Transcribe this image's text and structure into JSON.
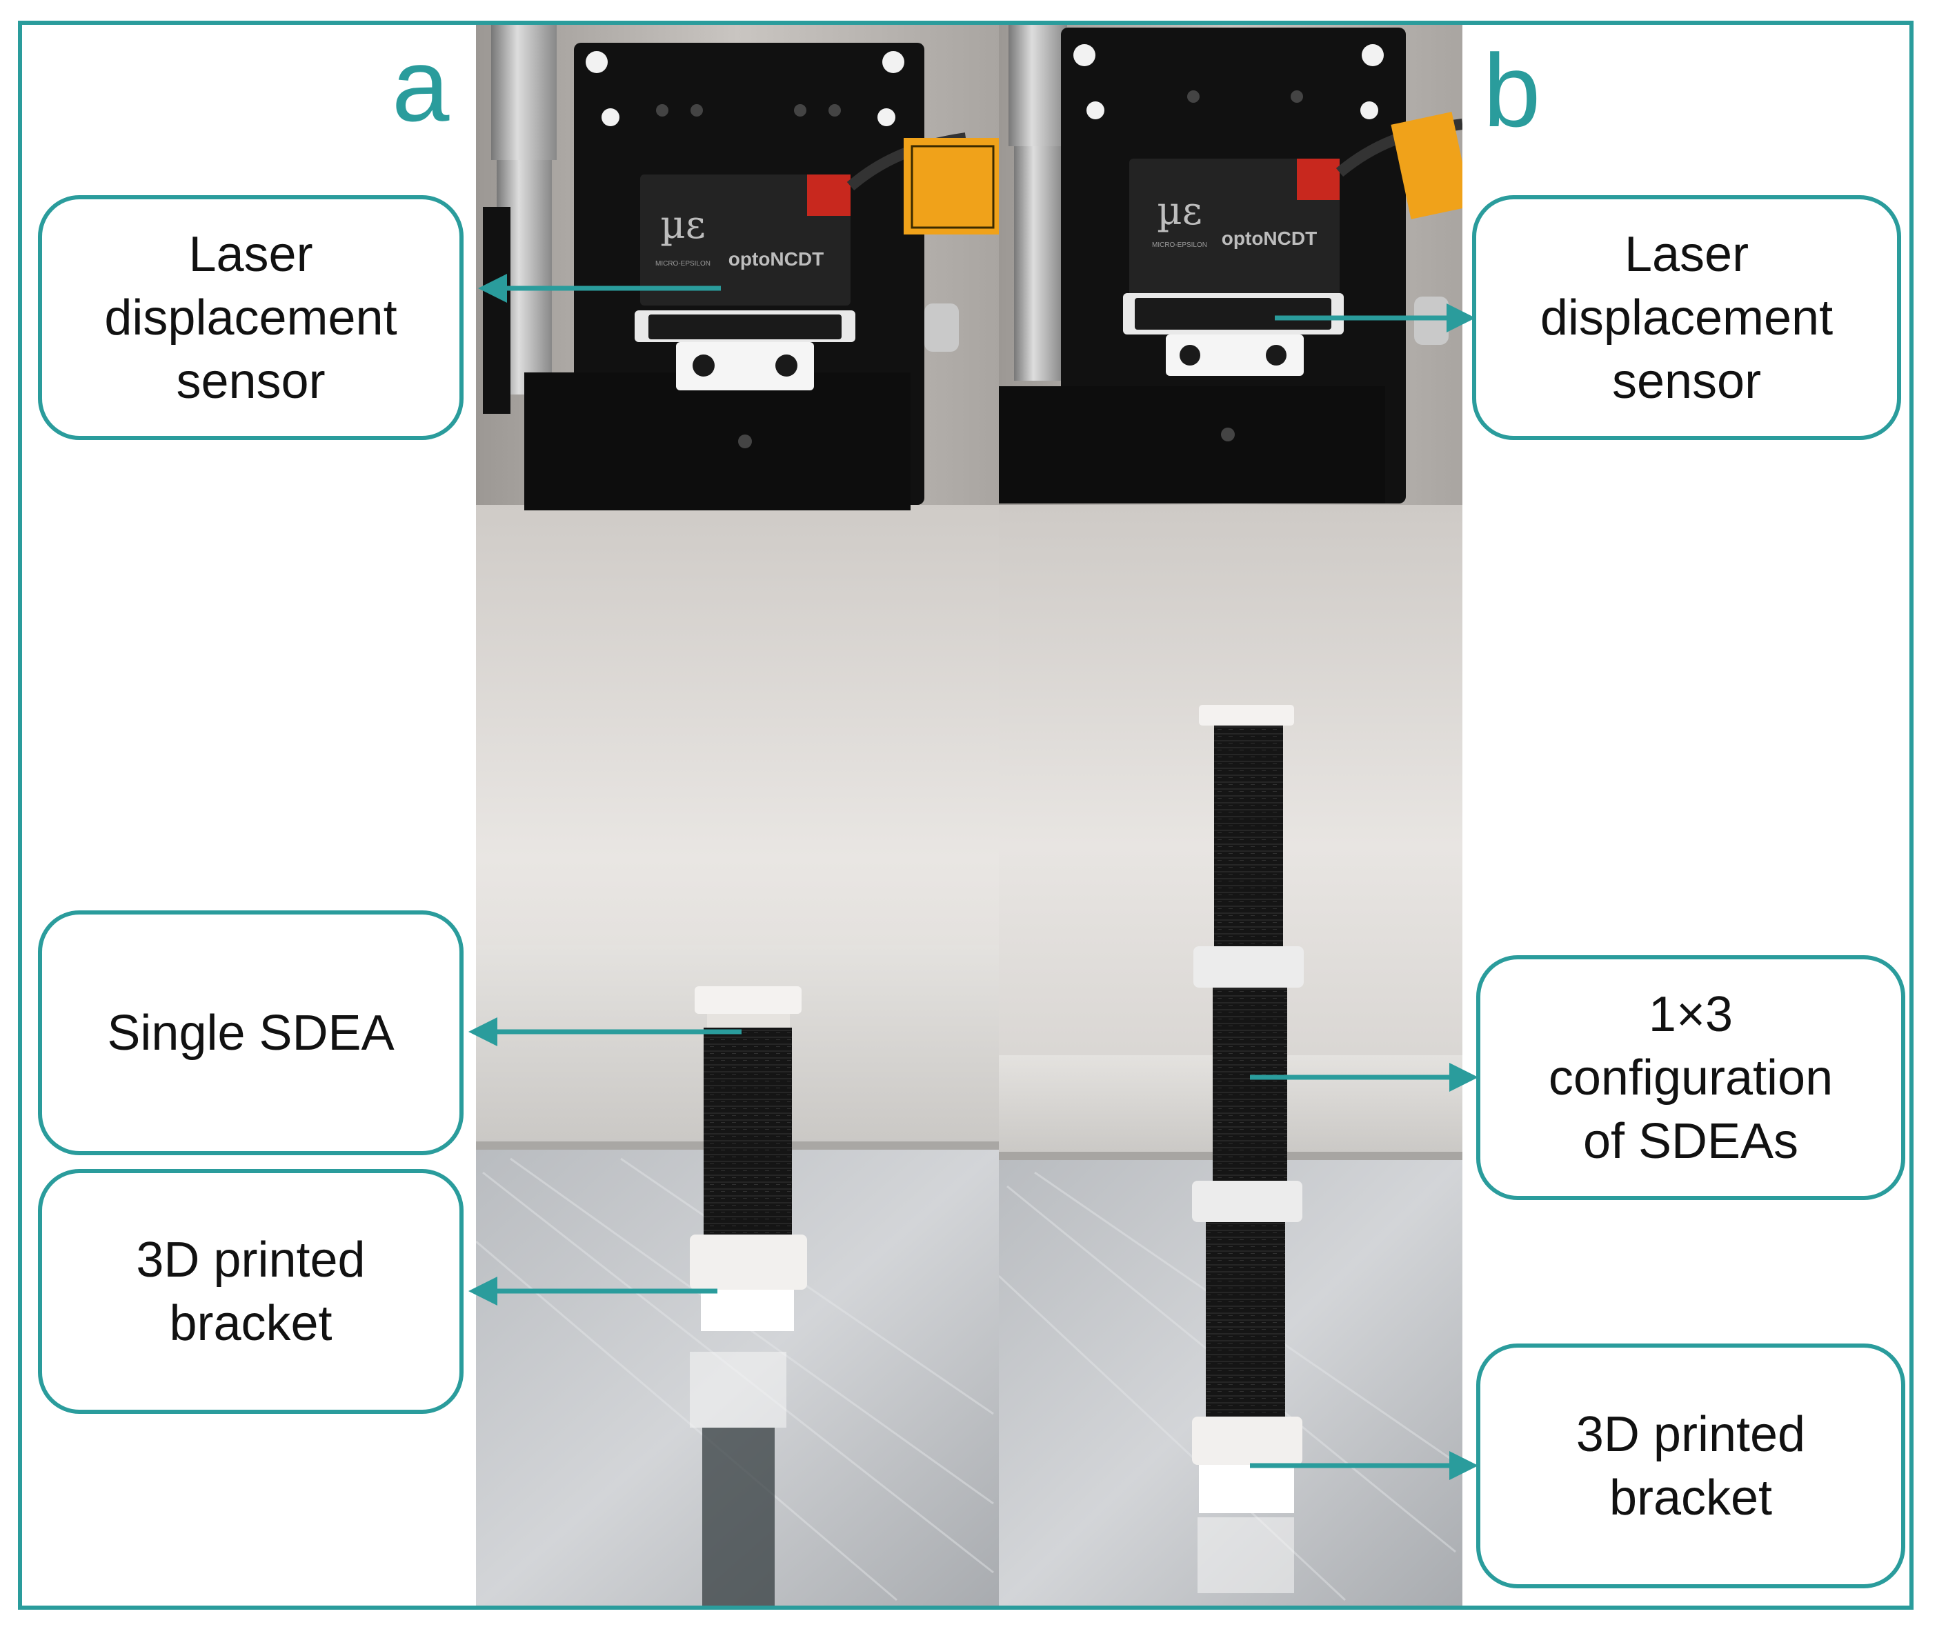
{
  "colors": {
    "accent": "#2a9c9c",
    "arrow": "#2a9c9c",
    "frame": "#2a9c9c"
  },
  "panels": {
    "a": {
      "letter": "a",
      "laser_label": "Laser\ndisplacement\nsensor",
      "actuator_label": "Single SDEA",
      "bracket_label": "3D printed\nbracket",
      "sensor_brand_left": "µε",
      "sensor_brand_right": "optoNCDT",
      "sensor_maker": "MICRO-EPSILON"
    },
    "b": {
      "letter": "b",
      "laser_label": "Laser\ndisplacement\nsensor",
      "actuator_label": "1×3\nconfiguration\nof SDEAs",
      "bracket_label": "3D printed\nbracket",
      "sensor_brand_left": "µε",
      "sensor_brand_right": "optoNCDT",
      "sensor_maker": "MICRO-EPSILON"
    }
  }
}
